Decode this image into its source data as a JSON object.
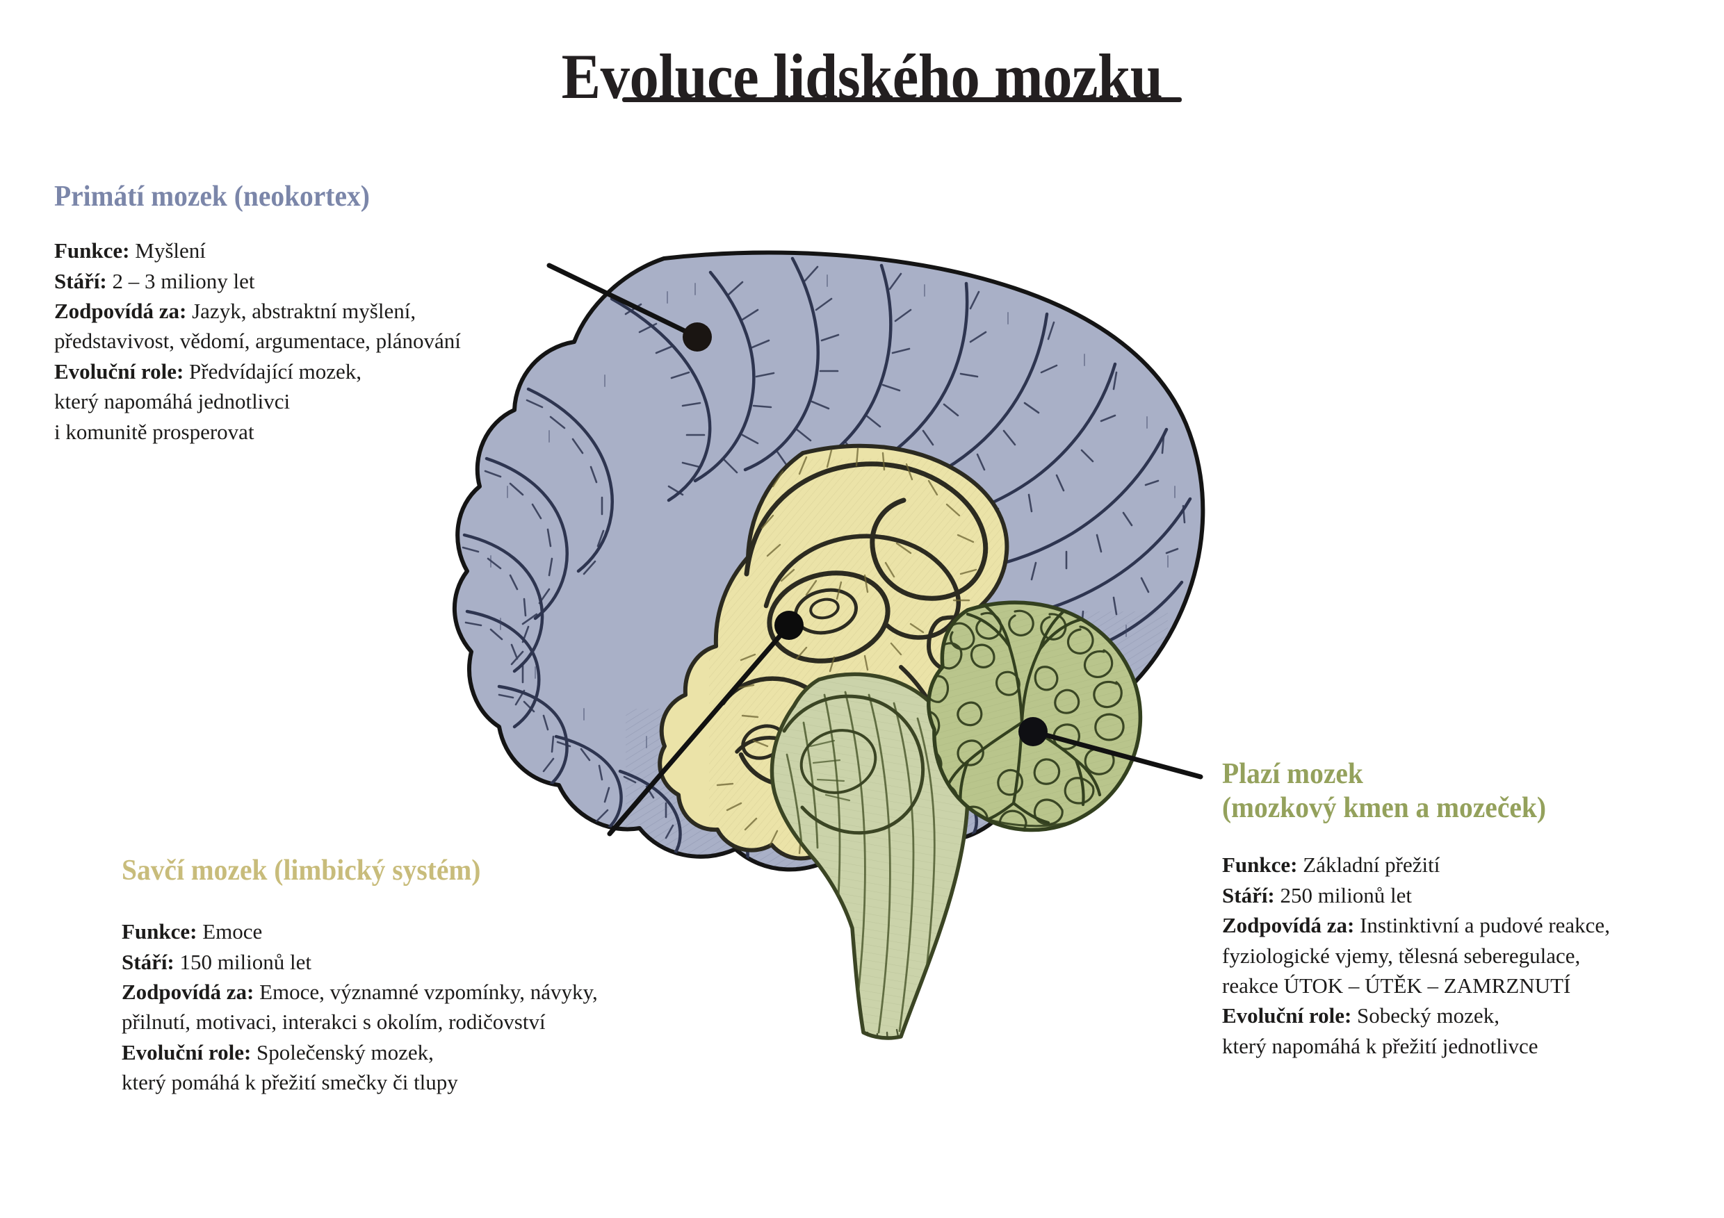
{
  "title": "Evoluce lidského mozku",
  "sections": [
    {
      "id": "neocortex",
      "heading": "Primátí mozek (neokortex)",
      "color": "#7b86a9",
      "lines": [
        {
          "label": "Funkce:",
          "value": " Myšlení"
        },
        {
          "label": "Stáří:",
          "value": " 2 – 3 miliony let"
        },
        {
          "label": "Zodpovídá za:",
          "value": " Jazyk, abstraktní myšlení,"
        },
        {
          "label": "",
          "value": "představivost, vědomí, argumentace, plánování"
        },
        {
          "label": "Evoluční role:",
          "value": " Předvídající mozek,"
        },
        {
          "label": "",
          "value": "který napomáhá jednotlivci"
        },
        {
          "label": "",
          "value": "i komunitě prosperovat"
        }
      ]
    },
    {
      "id": "limbic",
      "heading": "Savčí mozek (limbický systém)",
      "color": "#c8bc7b",
      "lines": [
        {
          "label": "Funkce:",
          "value": " Emoce"
        },
        {
          "label": "Stáří:",
          "value": " 150 milionů let"
        },
        {
          "label": "Zodpovídá za:",
          "value": " Emoce, významné vzpomínky, návyky,"
        },
        {
          "label": "",
          "value": "přilnutí, motivaci, interakci s okolím, rodičovství"
        },
        {
          "label": "Evoluční role:",
          "value": " Společenský mozek,"
        },
        {
          "label": "",
          "value": "který pomáhá k přežití smečky či tlupy"
        }
      ]
    },
    {
      "id": "reptilian",
      "heading_line1": "Plazí mozek",
      "heading_line2": "(mozkový kmen a mozeček)",
      "color": "#94a15c",
      "lines": [
        {
          "label": "Funkce:",
          "value": " Základní přežití"
        },
        {
          "label": "Stáří:",
          "value": " 250 milionů let"
        },
        {
          "label": "Zodpovídá za:",
          "value": " Instinktivní a pudové reakce,"
        },
        {
          "label": "",
          "value": "fyziologické vjemy, tělesná seberegulace,"
        },
        {
          "label": "",
          "value": "reakce ÚTOK – ÚTĚK – ZAMRZNUTÍ"
        },
        {
          "label": "Evoluční role:",
          "value": " Sobecký mozek,"
        },
        {
          "label": "",
          "value": "který napomáhá k přežití jednotlivce"
        }
      ]
    }
  ],
  "illustration": {
    "name": "human-brain-sagittal-section",
    "regions": [
      {
        "name": "neocortex",
        "fill": "#a9b0c7",
        "stroke": "#1a1a1a"
      },
      {
        "name": "limbic-system",
        "fill": "#ebe3a8",
        "stroke": "#2b2a20"
      },
      {
        "name": "cerebellum",
        "fill": "#b9c58c",
        "stroke": "#33401f"
      },
      {
        "name": "brainstem",
        "fill": "#cbd3aa",
        "stroke": "#3b4524"
      }
    ],
    "leader_lines": [
      {
        "name": "leader-neocortex",
        "dot": [
          1003,
          485
        ],
        "end": [
          790,
          382
        ]
      },
      {
        "name": "leader-limbic",
        "dot": [
          1135,
          900
        ],
        "end": [
          877,
          1200
        ]
      },
      {
        "name": "leader-reptilian",
        "dot": [
          1486,
          1053
        ],
        "end": [
          1727,
          1118
        ]
      }
    ]
  }
}
